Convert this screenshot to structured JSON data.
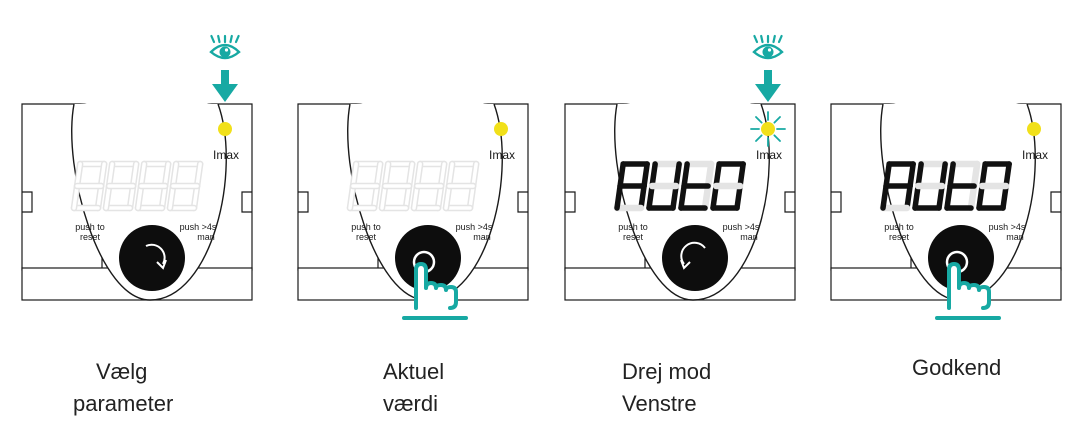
{
  "colors": {
    "teal": "#17a9a3",
    "led_yellow": "#f1e01a",
    "outline": "#1a1a1a",
    "segment_off": "#e4e4e4",
    "segment_on": "#111111"
  },
  "panels": [
    {
      "key": "select",
      "labels": {
        "imax": "Imax",
        "push_reset_1": "push to",
        "push_reset_2": "reset",
        "push_man_1": "push >4s",
        "push_man_2": "man"
      },
      "display": "8888",
      "display_lit": false,
      "eye_icon": true,
      "led_blinking": false,
      "knob_rotation": "clockwise",
      "hand_press": false,
      "caption": [
        "Vælg",
        "parameter"
      ]
    },
    {
      "key": "current",
      "labels": {
        "imax": "Imax",
        "push_reset_1": "push to",
        "push_reset_2": "reset",
        "push_man_1": "push >4s",
        "push_man_2": "man"
      },
      "display": "8888",
      "display_lit": false,
      "eye_icon": false,
      "led_blinking": false,
      "knob_rotation": "none",
      "hand_press": true,
      "caption": [
        "Aktuel",
        "værdi"
      ]
    },
    {
      "key": "turn",
      "labels": {
        "imax": "Imax",
        "push_reset_1": "push to",
        "push_reset_2": "reset",
        "push_man_1": "push >4s",
        "push_man_2": "man"
      },
      "display": "AUtO",
      "display_lit": true,
      "eye_icon": true,
      "led_blinking": true,
      "knob_rotation": "counterclockwise",
      "hand_press": false,
      "caption": [
        "Drej mod",
        "Venstre"
      ]
    },
    {
      "key": "confirm",
      "labels": {
        "imax": "Imax",
        "push_reset_1": "push to",
        "push_reset_2": "reset",
        "push_man_1": "push >4s",
        "push_man_2": "man"
      },
      "display": "AUtO",
      "display_lit": true,
      "eye_icon": false,
      "led_blinking": false,
      "knob_rotation": "none",
      "hand_press": true,
      "caption": [
        "Godkend"
      ]
    }
  ]
}
